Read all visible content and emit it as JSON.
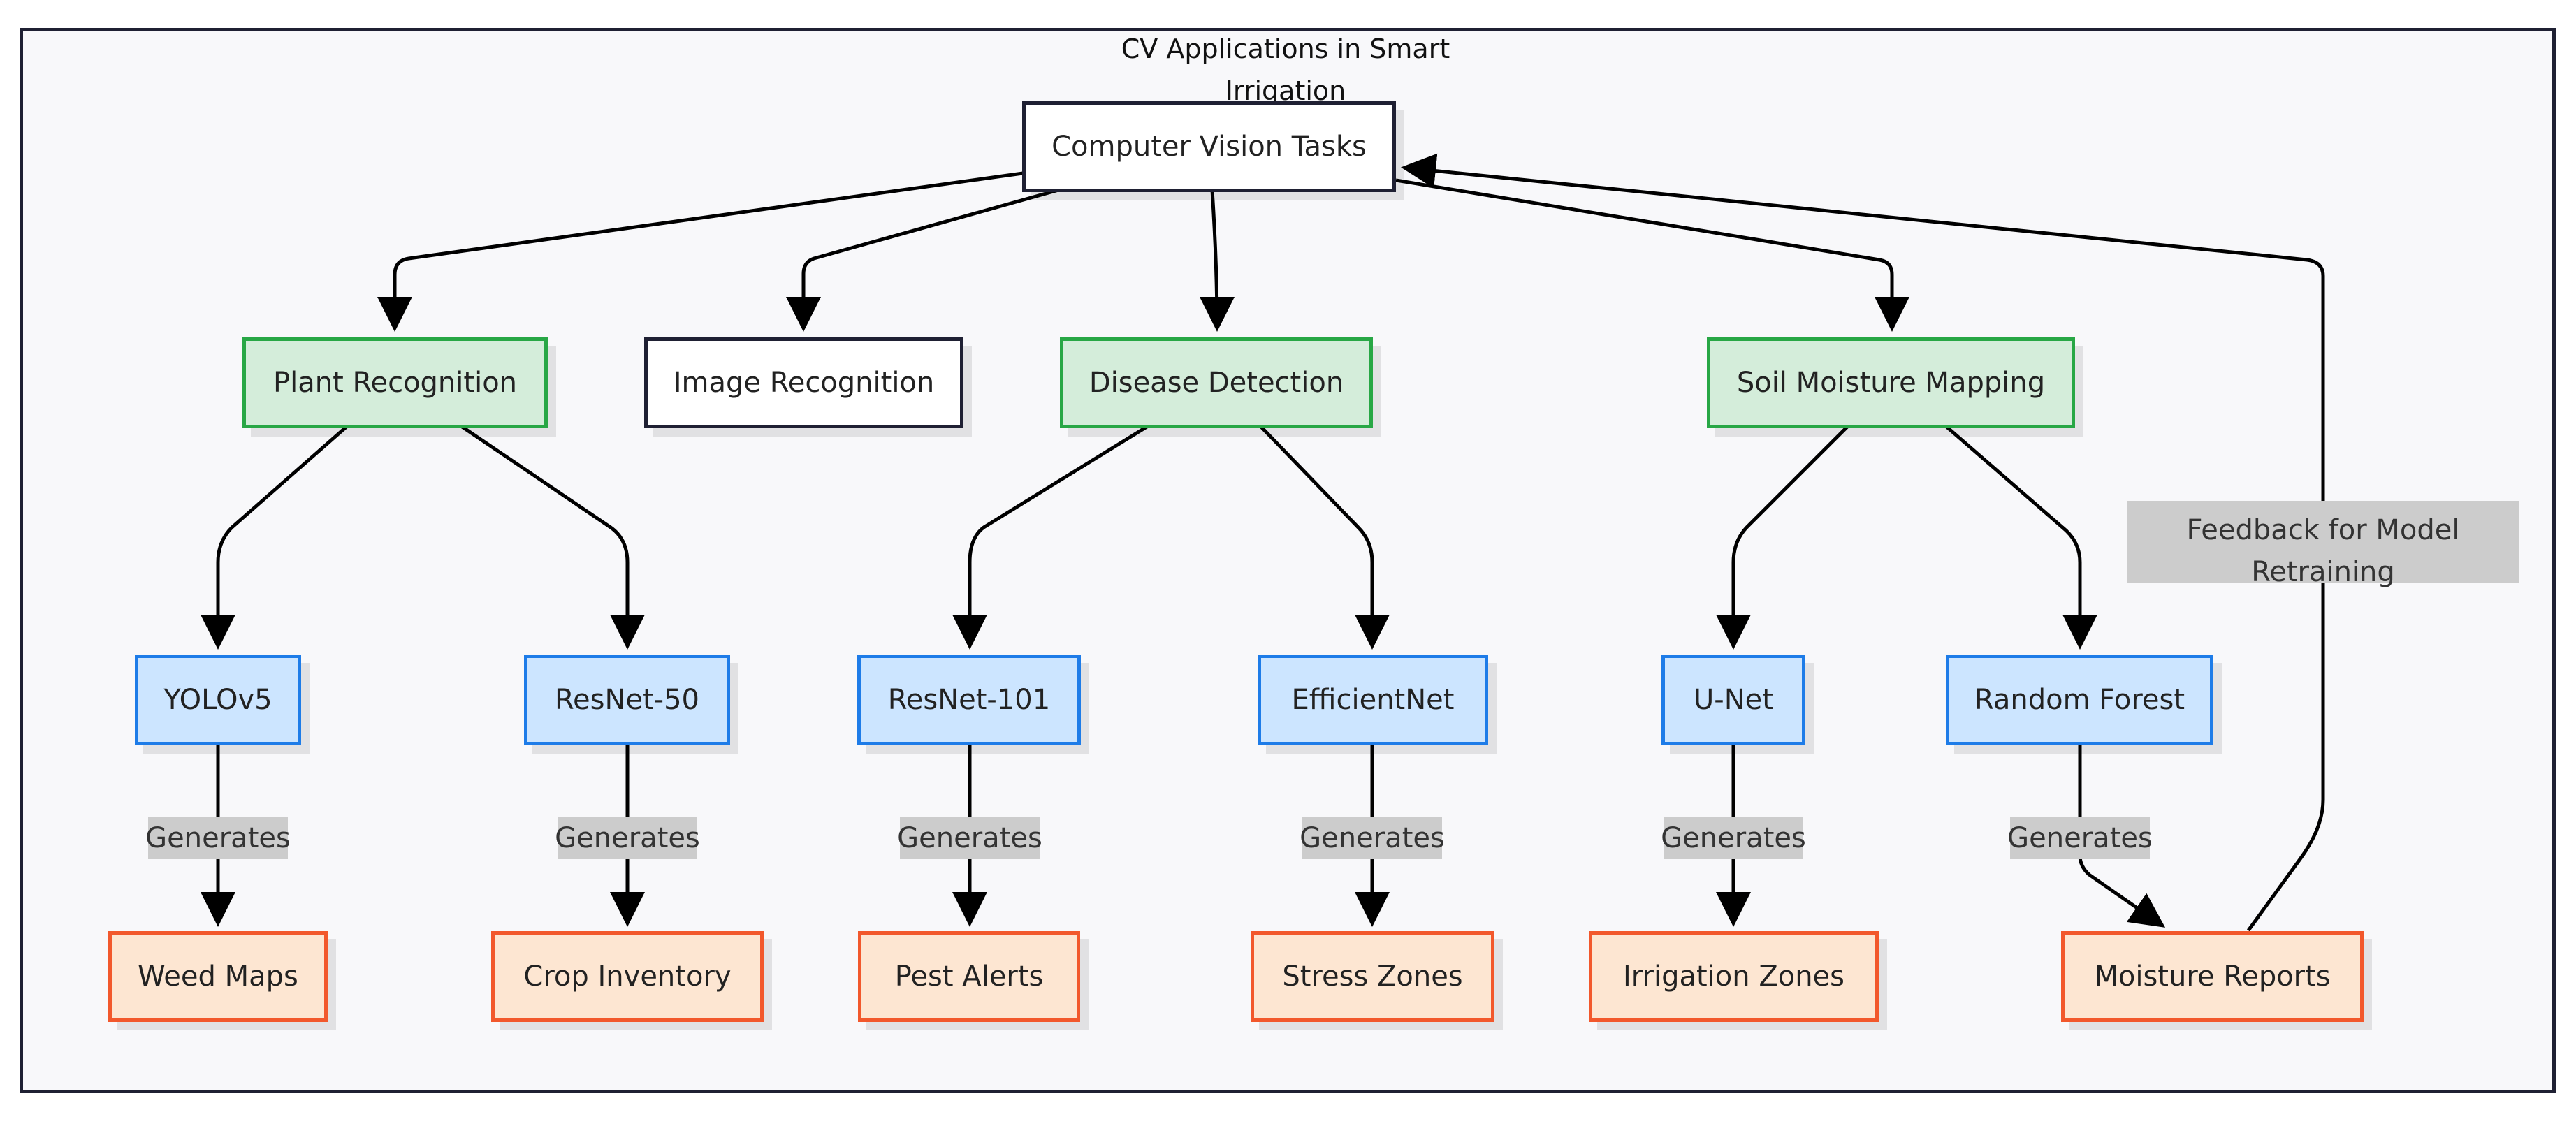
{
  "diagram": {
    "title": "CV Applications in Smart Irrigation",
    "root": "Computer Vision Tasks",
    "categories": {
      "plant": "Plant Recognition",
      "image": "Image Recognition",
      "disease": "Disease Detection",
      "soil": "Soil Moisture Mapping"
    },
    "models": {
      "yolo": "YOLOv5",
      "resnet50": "ResNet-50",
      "resnet101": "ResNet-101",
      "efficientnet": "EfficientNet",
      "unet": "U-Net",
      "randomforest": "Random Forest"
    },
    "outputs": {
      "weed": "Weed Maps",
      "crop": "Crop Inventory",
      "pest": "Pest Alerts",
      "stress": "Stress Zones",
      "irrigation": "Irrigation Zones",
      "moisture": "Moisture Reports"
    },
    "edge_label": "Generates",
    "feedback_label": "Feedback for Model Retraining"
  },
  "colors": {
    "frame_border": "#1f2033",
    "category_fill": "#d4edda",
    "category_border": "#28a745",
    "model_fill": "#cce5ff",
    "model_border": "#1e7ce8",
    "output_fill": "#fde6d2",
    "output_border": "#f2582c",
    "label_bg": "#cccccc"
  }
}
